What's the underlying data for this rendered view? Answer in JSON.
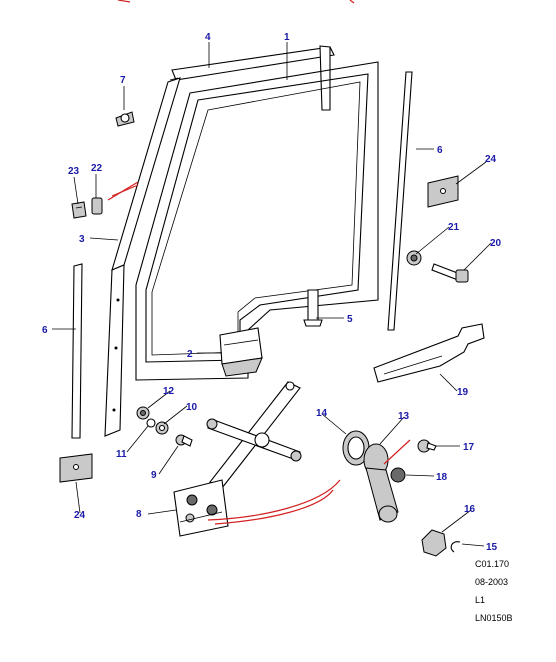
{
  "callouts": {
    "c1": "1",
    "c2": "2",
    "c3": "3",
    "c4": "4",
    "c5": "5",
    "c6a": "6",
    "c6b": "6",
    "c7": "7",
    "c8": "8",
    "c9": "9",
    "c10": "10",
    "c11": "11",
    "c12": "12",
    "c13": "13",
    "c14": "14",
    "c15": "15",
    "c16": "16",
    "c17": "17",
    "c18": "18",
    "c19": "19",
    "c20": "20",
    "c21": "21",
    "c22": "22",
    "c23": "23",
    "c24a": "24",
    "c24b": "24"
  },
  "reference": {
    "code": "C01.170",
    "date": "08-2003",
    "level": "L1",
    "drawing_id": "LN0150B"
  },
  "colors": {
    "callout_text": "#1a1aa8",
    "leader_line": "#000000",
    "highlight": "#d42020"
  }
}
